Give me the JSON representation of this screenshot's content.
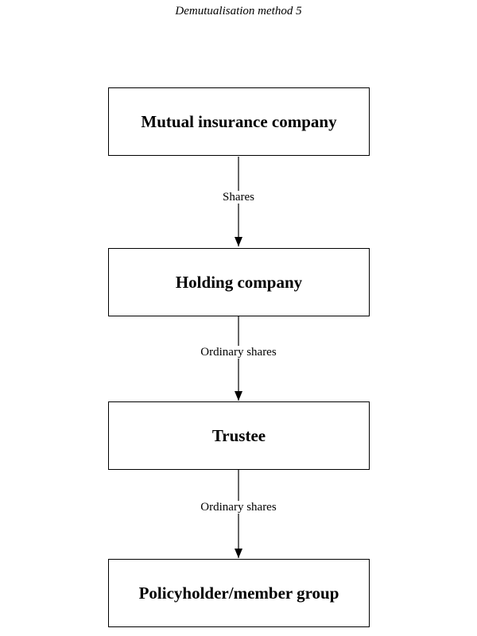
{
  "title": "Demutualisation method 5",
  "nodes": [
    {
      "id": "mutual",
      "label": "Mutual insurance company"
    },
    {
      "id": "holding",
      "label": "Holding company"
    },
    {
      "id": "trustee",
      "label": "Trustee"
    },
    {
      "id": "policyholder",
      "label": "Policyholder/member group"
    }
  ],
  "edges": [
    {
      "from": "mutual",
      "to": "holding",
      "label": "Shares"
    },
    {
      "from": "holding",
      "to": "trustee",
      "label": "Ordinary shares"
    },
    {
      "from": "trustee",
      "to": "policyholder",
      "label": "Ordinary shares"
    }
  ]
}
